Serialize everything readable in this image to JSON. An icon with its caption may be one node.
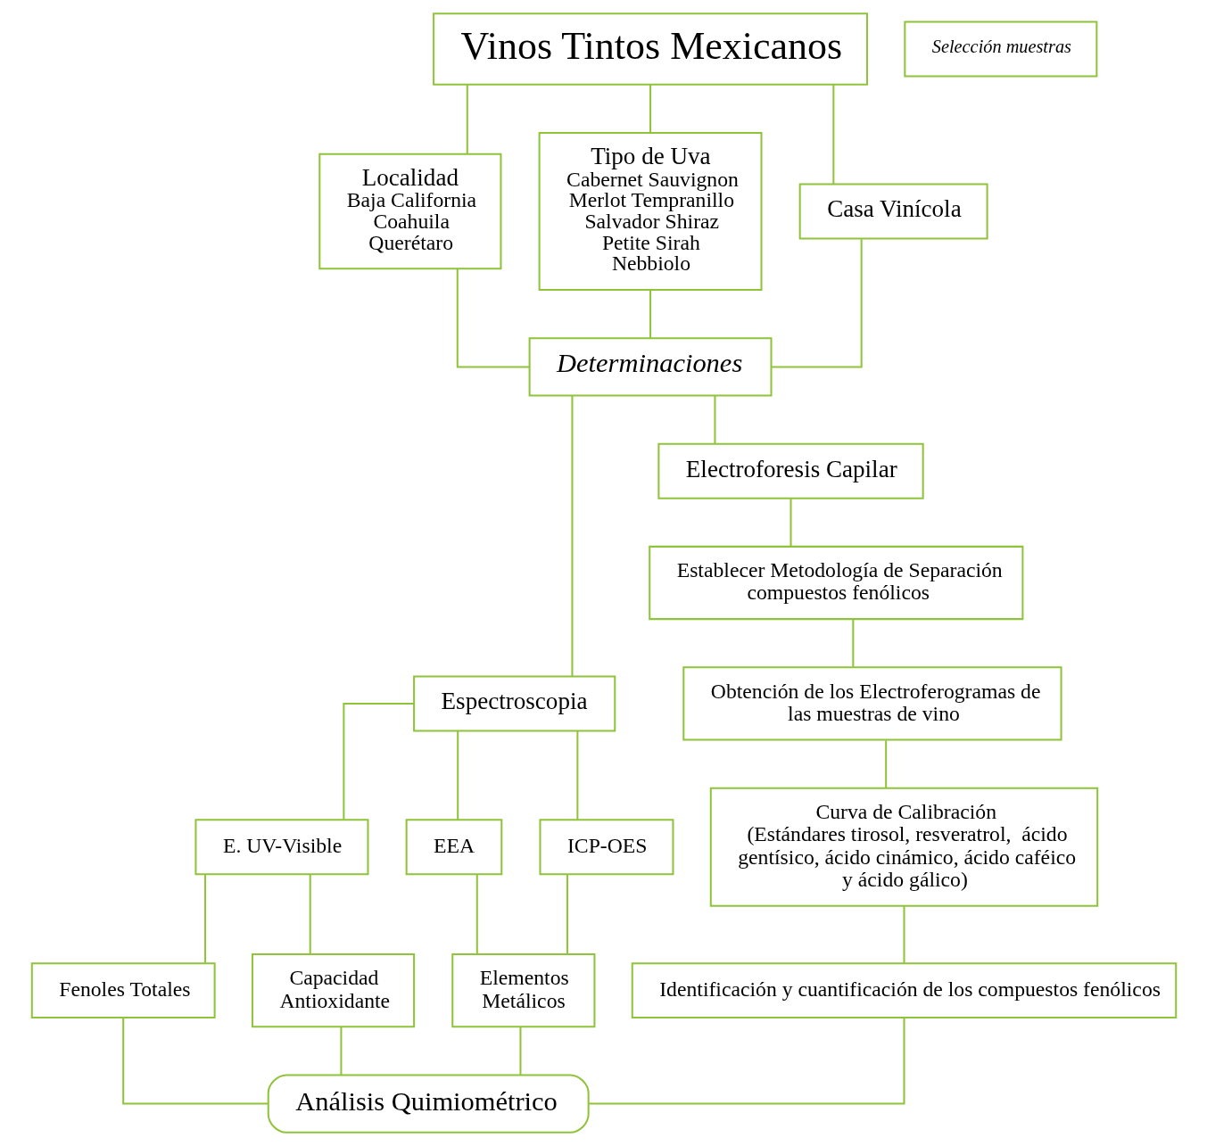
{
  "diagram": {
    "nodes": [
      {
        "text": [
          "Vinos Tintos Mexicanos"
        ]
      },
      {
        "text": [
          "Selección muestras"
        ]
      },
      {
        "text": [
          "Localidad",
          "Baja California Coahuila Querétaro"
        ]
      },
      {
        "text": [
          "Tipo de Uva",
          "Cabernet Sauvignon Merlot Tempranillo Salvador Shiraz Petite Sirah Nebbiolo"
        ]
      },
      {
        "text": [
          "Casa Vinícola"
        ]
      },
      {
        "text": [
          "Determinaciones"
        ]
      },
      {
        "text": [
          "Espectroscopia"
        ]
      },
      {
        "text": [
          "Electroforesis Capilar"
        ]
      },
      {
        "text": [
          "E. UV-Visible"
        ]
      },
      {
        "text": [
          "EEA"
        ]
      },
      {
        "text": [
          "ICP-OES"
        ]
      },
      {
        "text": [
          "Establecer Metodología de Separación compuestos fenólicos"
        ]
      },
      {
        "text": [
          "Obtención de los Electroferogramas de las muestras de vino"
        ]
      },
      {
        "text": [
          "Curva de Calibración",
          "(Estándares tirosol, resveratrol,  ácido gentísico, ácido cinámico, ácido caféico y ácido gálico)"
        ]
      },
      {
        "text": [
          "Fenoles Totales"
        ]
      },
      {
        "text": [
          "Capacidad Antioxidante"
        ]
      },
      {
        "text": [
          "Elementos Metálicos"
        ]
      },
      {
        "text": [
          "Análisis Quimiométrico"
        ]
      },
      {
        "text": [
          "Identificación y cuantificación de los compuestos fenólicos"
        ]
      }
    ],
    "edges": [
      {
        "from": 0,
        "to": 2,
        "arrow": "none"
      },
      {
        "from": 0,
        "to": 3,
        "arrow": "none"
      },
      {
        "from": 0,
        "to": 4,
        "arrow": "none"
      },
      {
        "from": 2,
        "to": 5,
        "arrow": "none"
      },
      {
        "from": 3,
        "to": 5,
        "arrow": "none"
      },
      {
        "from": 4,
        "to": 5,
        "arrow": "none"
      },
      {
        "from": 5,
        "to": 6,
        "arrow": "none"
      },
      {
        "from": 5,
        "to": 7,
        "arrow": "none"
      },
      {
        "from": 6,
        "to": 8,
        "arrow": "none"
      },
      {
        "from": 6,
        "to": 9,
        "arrow": "none"
      },
      {
        "from": 6,
        "to": 10,
        "arrow": "none"
      },
      {
        "from": 7,
        "to": 11,
        "arrow": "none"
      },
      {
        "from": 11,
        "to": 12,
        "arrow": "none"
      },
      {
        "from": 12,
        "to": 13,
        "arrow": "none"
      },
      {
        "from": 8,
        "to": 14,
        "arrow": "none"
      },
      {
        "from": 8,
        "to": 15,
        "arrow": "none"
      },
      {
        "from": 9,
        "to": 16,
        "arrow": "none"
      },
      {
        "from": 10,
        "to": 16,
        "arrow": "none"
      },
      {
        "from": 14,
        "to": 17,
        "arrow": "none"
      },
      {
        "from": 15,
        "to": 17,
        "arrow": "none"
      },
      {
        "from": 16,
        "to": 17,
        "arrow": "none"
      },
      {
        "from": 13,
        "to": 18,
        "arrow": "none"
      },
      {
        "from": 18,
        "to": 17,
        "arrow": "none"
      }
    ]
  }
}
